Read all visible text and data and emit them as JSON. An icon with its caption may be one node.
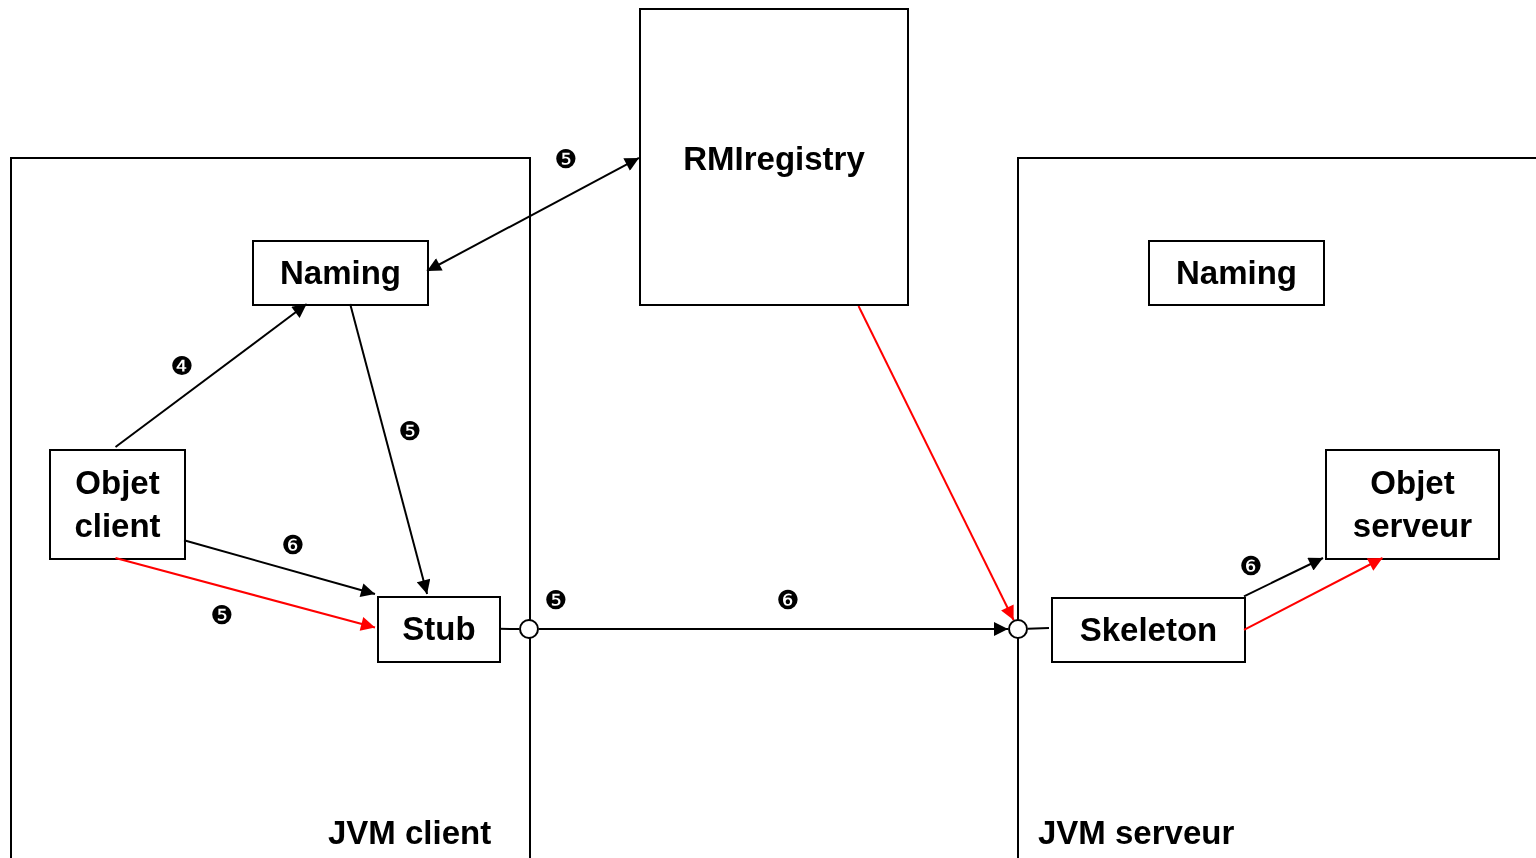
{
  "diagram": {
    "nodes": [
      {
        "text": [
          "JVM client"
        ]
      },
      {
        "text": [
          "Naming"
        ],
        "in": 0
      },
      {
        "text": [
          "Objet client"
        ],
        "in": 0
      },
      {
        "text": [
          "Stub"
        ],
        "in": 0
      },
      {
        "text": [],
        "shape": "circle"
      },
      {
        "text": [
          "RMIregistry"
        ]
      },
      {
        "text": [
          "JVM serveur"
        ]
      },
      {
        "text": [
          "Naming"
        ],
        "in": 6
      },
      {
        "text": [
          "Objet serveur"
        ],
        "in": 6
      },
      {
        "text": [
          "Skeleton"
        ],
        "in": 6
      },
      {
        "text": [],
        "shape": "circle"
      }
    ],
    "edges": [
      {
        "from": 1,
        "to": 5,
        "arrow": "both",
        "label": "❺"
      },
      {
        "from": 2,
        "to": 1,
        "arrow": "to",
        "label": "❹"
      },
      {
        "from": 1,
        "to": 3,
        "arrow": "to",
        "label": "❺"
      },
      {
        "from": 2,
        "to": 3,
        "arrow": "to",
        "label": "❻"
      },
      {
        "from": 2,
        "to": 3,
        "arrow": "to",
        "label": "❺",
        "color": "#ff0000"
      },
      {
        "from": 3,
        "to": 4,
        "arrow": "none"
      },
      {
        "from": 4,
        "to": 10,
        "arrow": "to",
        "label": "❻"
      },
      {
        "from": 5,
        "to": 10,
        "arrow": "to",
        "color": "#ff0000"
      },
      {
        "from": 10,
        "to": 9,
        "arrow": "none"
      },
      {
        "from": 9,
        "to": 8,
        "arrow": "to",
        "label": "❻"
      },
      {
        "from": 9,
        "to": 8,
        "arrow": "to",
        "color": "#ff0000"
      }
    ],
    "labels": [
      "❺"
    ]
  }
}
